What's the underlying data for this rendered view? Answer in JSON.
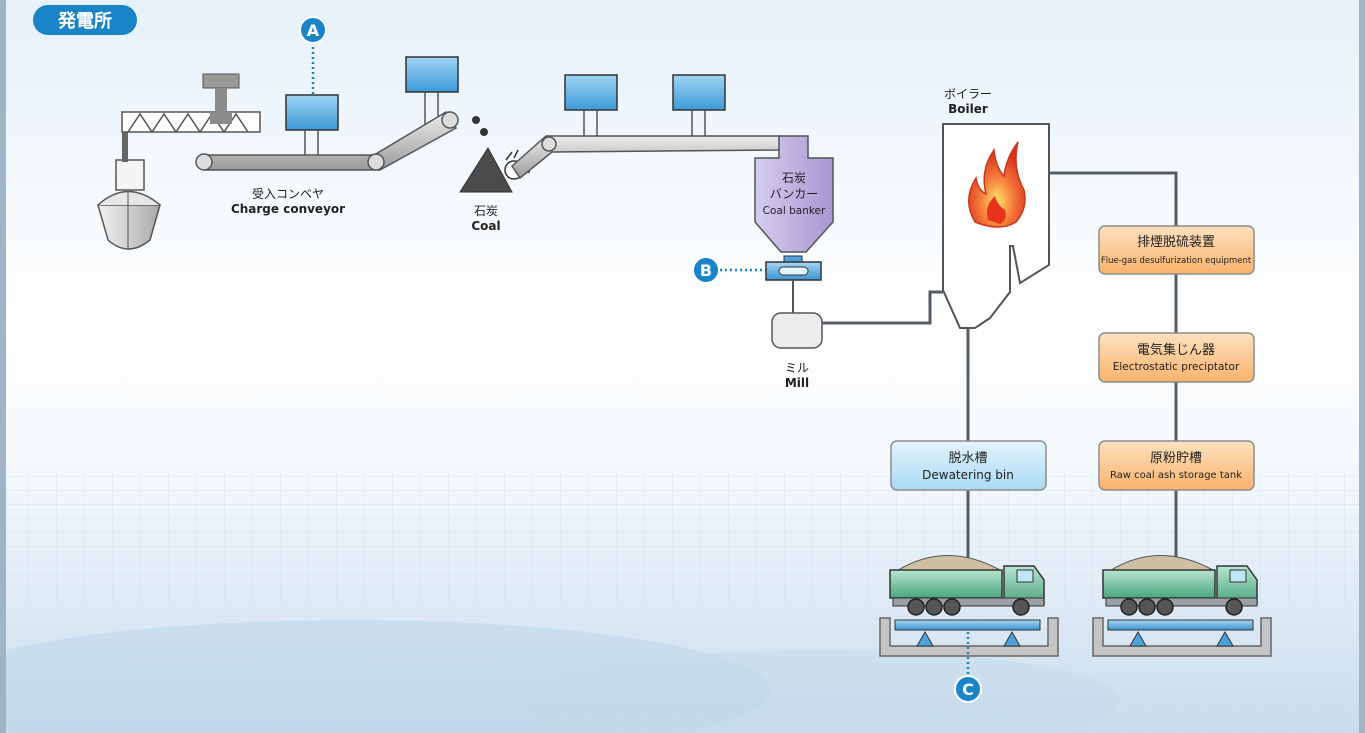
{
  "header": {
    "title": "発電所"
  },
  "markers": {
    "a": "A",
    "b": "B",
    "c": "C"
  },
  "labels": {
    "charge_conveyor": {
      "jp": "受入コンベヤ",
      "en": "Charge conveyor"
    },
    "coal": {
      "jp": "石炭",
      "en": "Coal"
    },
    "coal_banker": {
      "jp1": "石炭",
      "jp2": "バンカー",
      "en": "Coal banker"
    },
    "mill": {
      "jp": "ミル",
      "en": "Mill"
    },
    "boiler": {
      "jp": "ボイラー",
      "en": "Boiler"
    },
    "desulfurization": {
      "jp": "排煙脱硫装置",
      "en": "Flue-gas desulfurization equipment"
    },
    "precipitator": {
      "jp": "電気集じん器",
      "en": "Electrostatic preciptator"
    },
    "ash_tank": {
      "jp": "原粉貯槽",
      "en": "Raw coal ash storage tank"
    },
    "dewatering": {
      "jp": "脱水槽",
      "en": "Dewatering bin"
    }
  },
  "colors": {
    "accent_blue": "#1a84c9",
    "orange_box": "#fcc48a",
    "light_blue_box": "#c8e8f8",
    "purple_bunker": "#b4a6d8",
    "pipe_gray": "#555d66"
  }
}
